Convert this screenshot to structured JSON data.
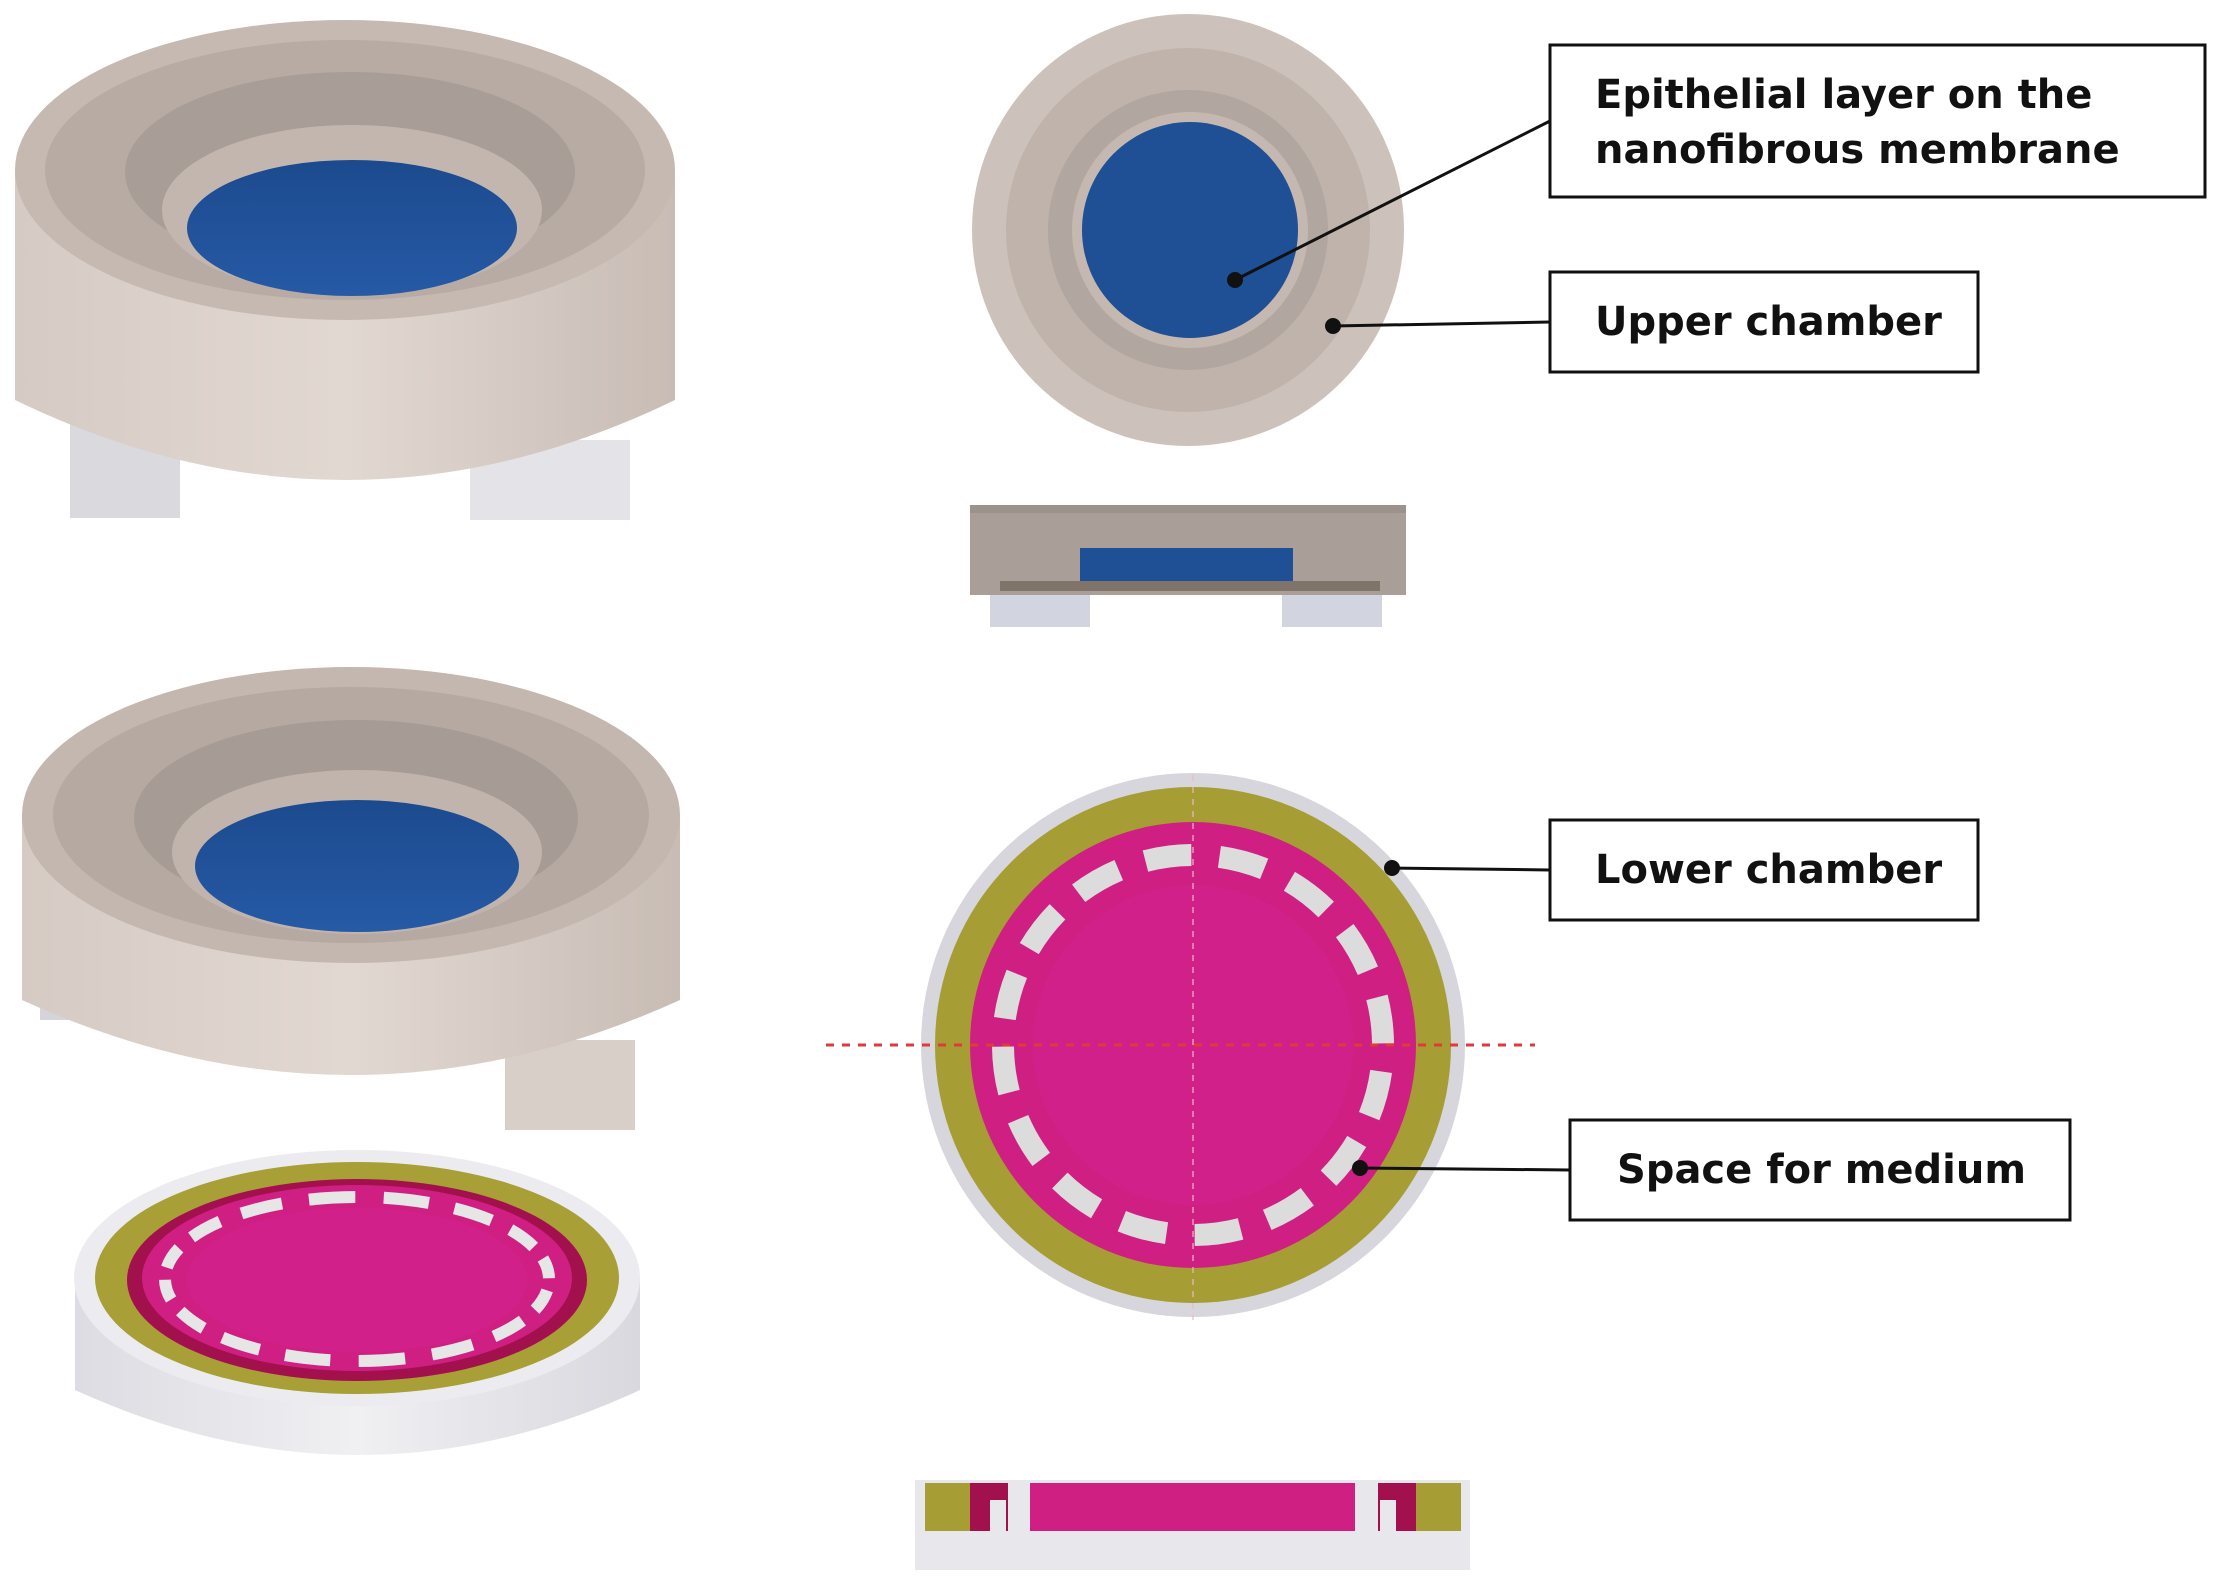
{
  "labels": {
    "epithelial_line1": "Epithelial  layer  on  the",
    "epithelial_line2": "nanofibrous  membrane",
    "upper_chamber": "Upper  chamber",
    "lower_chamber": "Lower  chamber",
    "space_for_medium": "Space  for  medium"
  },
  "colors": {
    "chamber_body": "#cbbfb8",
    "chamber_rim": "#b8aca5",
    "chamber_inner": "#a89c96",
    "membrane_blue": "#1f4f94",
    "base_white": "#e6e6ea",
    "olive_ring": "#a39a32",
    "magenta": "#d01f83",
    "dark_magenta": "#a3104e",
    "slot_grey": "#dcdcdc",
    "red_dash": "#e03a3a"
  },
  "icons": [
    "leader-dot"
  ]
}
